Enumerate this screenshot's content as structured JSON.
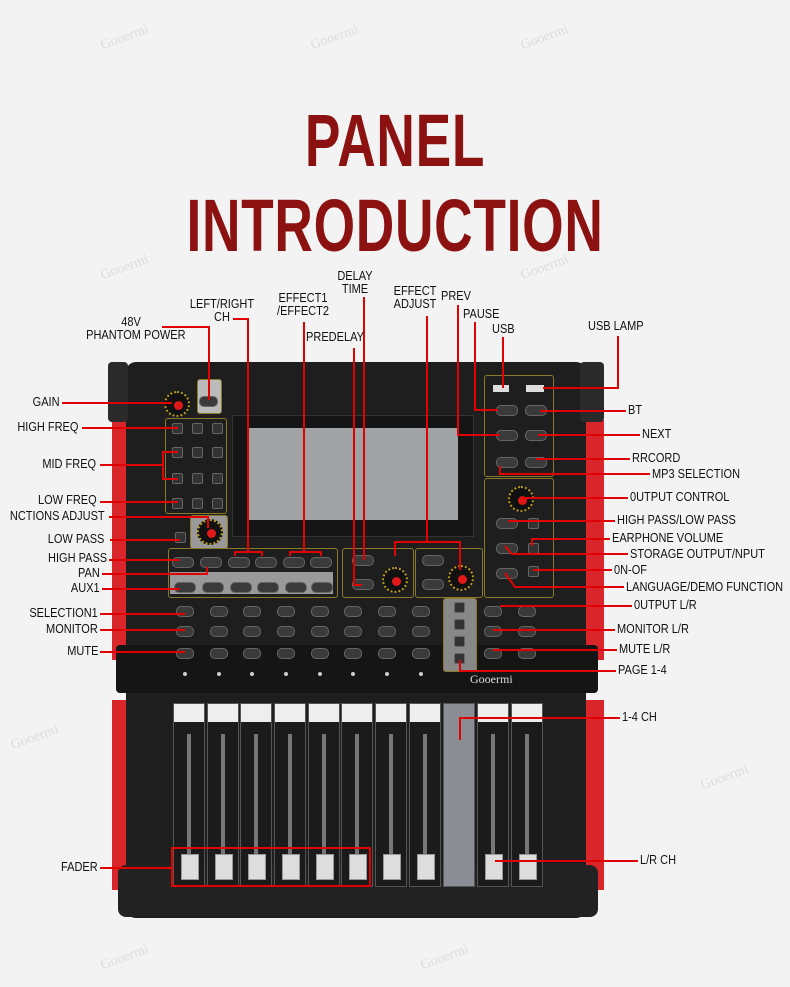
{
  "title": "PANEL INTRODUCTION",
  "watermark": "Gooermi",
  "brand": "Gooermi",
  "accent_color": "#8c1212",
  "leader_color": "#e00000",
  "labels": {
    "phantom": [
      "48V",
      "PHANTOM POWER"
    ],
    "left_right": [
      "LEFT/RIGHT",
      "CH"
    ],
    "effect12": [
      "EFFECT1",
      "/EFFECT2"
    ],
    "predelay": "PREDELAY",
    "delay_time": [
      "DELAY",
      "TIME"
    ],
    "effect_adjust": [
      "EFFECT",
      "ADJUST"
    ],
    "prev": "PREV",
    "pause": "PAUSE",
    "usb": "USB",
    "usb_lamp": "USB LAMP",
    "gain": "GAIN",
    "high_freq": "HIGH FREQ",
    "mid_freq": "MID  FREQ",
    "low_freq": "LOW  FREQ",
    "functions_adjust": "NCTIONS ADJUST",
    "low_pass": "LOW PASS",
    "high_pass": "HIGH PASS",
    "pan": "PAN",
    "aux1": "AUX1",
    "selection1": "SELECTION1",
    "monitor": "MONITOR",
    "mute": "MUTE",
    "fader": "FADER",
    "bt": "BT",
    "next": "NEXT",
    "record": "RRCORD",
    "mp3": "MP3 SELECTION",
    "output_control": "0UTPUT CONTROL",
    "hp_lp": "HIGH PASS/LOW PASS",
    "earphone": "EARPHONE VOLUME",
    "storage": "STORAGE OUTPUT/NPUT",
    "onoff": "0N-OF",
    "language": "LANGUAGE/DEMO FUNCTION",
    "output_lr": "0UTPUT L/R",
    "monitor_lr": "MONITOR L/R",
    "mute_lr": "MUTE L/R",
    "page": "PAGE 1-4",
    "ch14": "1-4 CH",
    "lr_ch": "L/R CH"
  }
}
